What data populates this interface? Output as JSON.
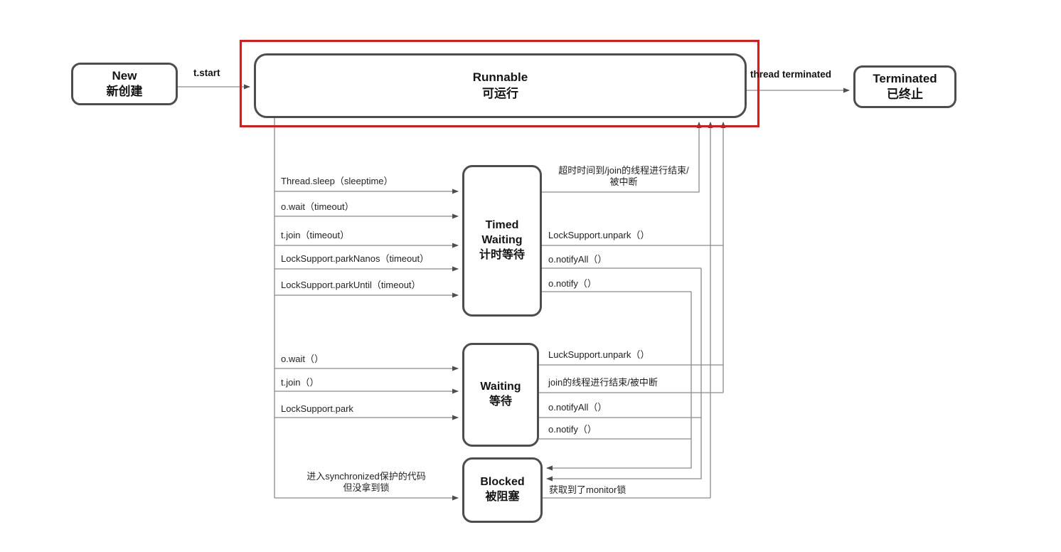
{
  "colors": {
    "highlight": "#ee1111",
    "node_border": "#4d4d4d",
    "line": "#8a8a8a",
    "arrowhead": "#4d4d4d"
  },
  "nodes": {
    "new": {
      "label": "New\n新创建"
    },
    "runnable": {
      "label": "Runnable\n可运行"
    },
    "terminated": {
      "label": "Terminated\n已终止"
    },
    "timed_waiting": {
      "label": "Timed\nWaiting\n计时等待"
    },
    "waiting": {
      "label": "Waiting\n等待"
    },
    "blocked": {
      "label": "Blocked\n被阻塞"
    }
  },
  "edges": {
    "t_start": "t.start",
    "thread_terminated": "thread terminated",
    "tw_in": [
      "Thread.sleep（sleeptime）",
      "o.wait（timeout）",
      "t.join（timeout）",
      "LockSupport.parkNanos（timeout）",
      "LockSupport.parkUntil（timeout）"
    ],
    "tw_out_timeout": "超时时间到/join的线程进行结束/\n被中断",
    "tw_out": [
      "LockSupport.unpark（）",
      "o.notifyAll（）",
      "o.notify（）"
    ],
    "w_in": [
      "o.wait（）",
      "t.join（）",
      "LockSupport.park"
    ],
    "w_out": [
      "LuckSupport.unpark（）",
      "join的线程进行结束/被中断",
      "o.notifyAll（）",
      "o.notify（）"
    ],
    "blocked_in": "进入synchronized保护的代码\n但没拿到锁",
    "blocked_out": "获取到了monitor锁"
  }
}
